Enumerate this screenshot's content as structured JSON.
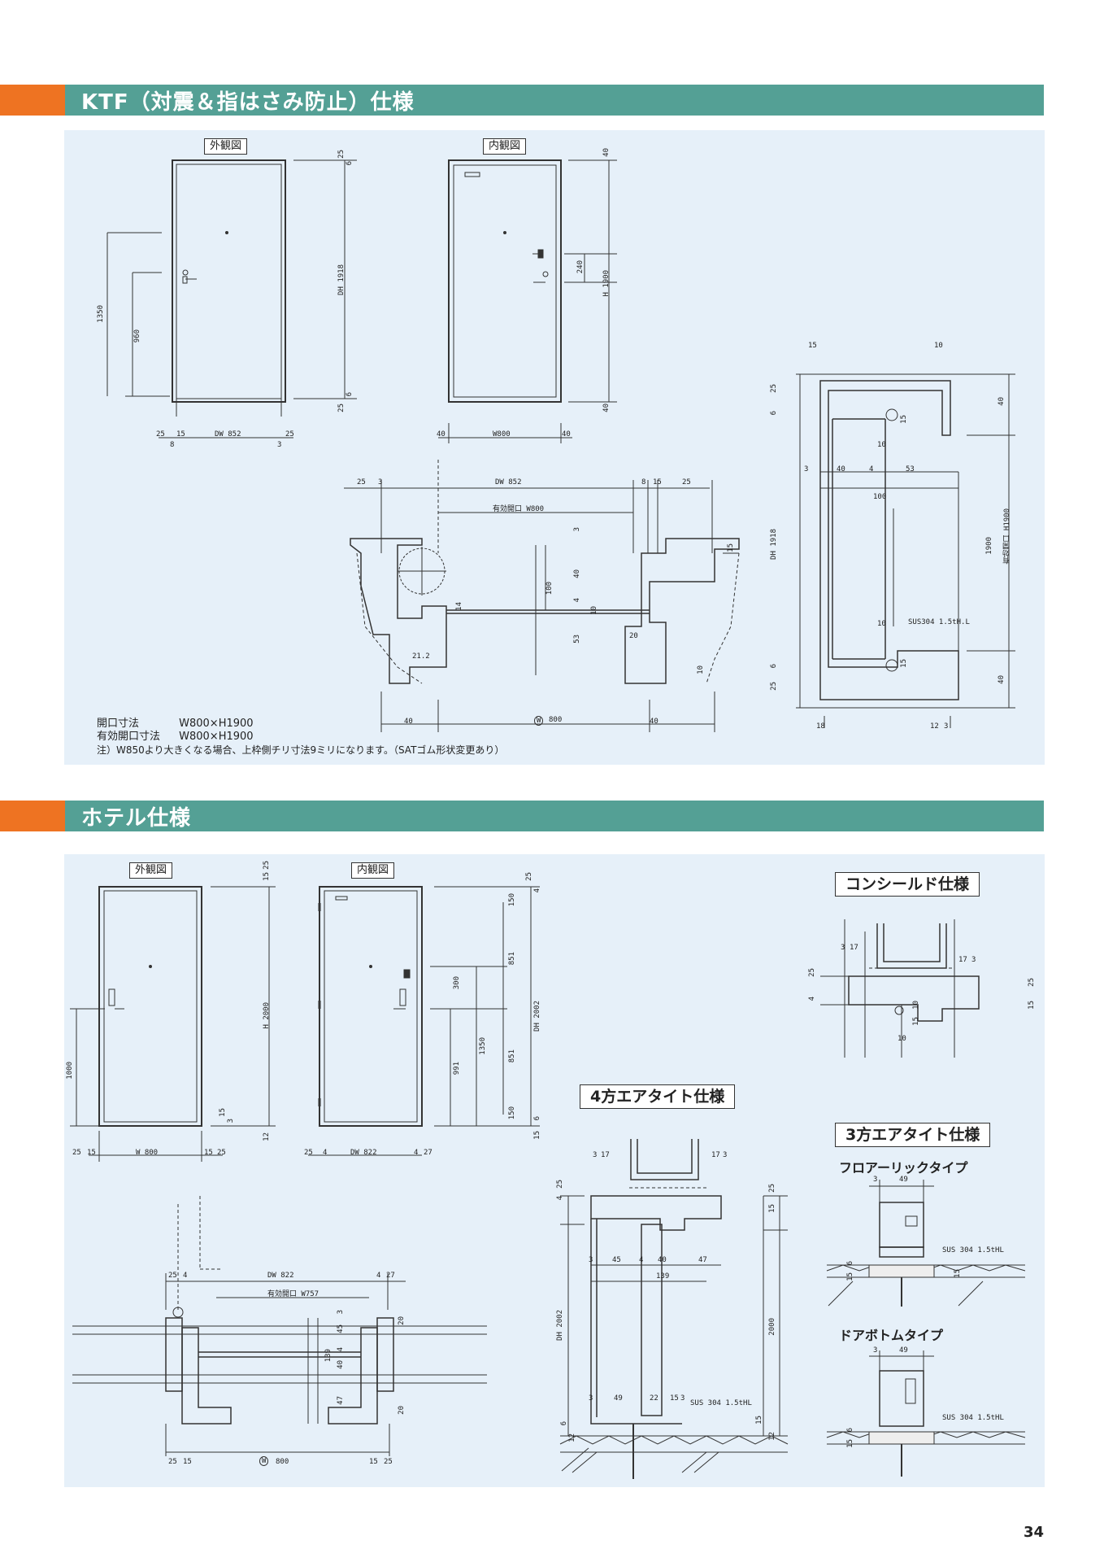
{
  "sections": {
    "ktf": {
      "title": "KTF（対震＆指はさみ防止）仕様",
      "exterior_label": "外観図",
      "interior_label": "内観図",
      "spec_opening_label": "開口寸法",
      "spec_opening_value": "W800×H1900",
      "spec_effective_label": "有効開口寸法",
      "spec_effective_value": "W800×H1900",
      "note": "注）W850より大きくなる場合、上枠側チリ寸法9ミリになります。（SATゴム形状変更あり）",
      "dims": {
        "d25a": "25",
        "d6a": "6",
        "dh1918": "DH 1918",
        "d6b": "6",
        "d25b": "25",
        "d1350": "1350",
        "d960": "960",
        "bot25a": "25",
        "bot15": "15",
        "dw852": "DW 852",
        "bot25b": "25",
        "bot8": "8",
        "bot3": "3",
        "i40a": "40",
        "i240": "240",
        "h1900": "H 1900",
        "i40b": "40",
        "ib40a": "40",
        "w800": "W800",
        "ib40b": "40",
        "p25": "25",
        "p3": "3",
        "pdw852": "DW 852",
        "p8": "8",
        "p15": "15",
        "p25b": "25",
        "peff": "有効開口 W800",
        "p3b": "3",
        "p15r": "15",
        "p100": "100",
        "p40": "40",
        "p4": "4",
        "p14": "14",
        "p10": "10",
        "p20": "20",
        "p53": "53",
        "p21_2": "21.2",
        "p10b": "10",
        "pb40a": "40",
        "pw800": "800",
        "pb40b": "40",
        "s15": "15",
        "s10": "10",
        "s25": "25",
        "s6": "6",
        "s40": "40",
        "s15b": "15",
        "s10b": "10",
        "s3": "3",
        "s40b": "40",
        "s4": "4",
        "s53": "53",
        "s100": "100",
        "sdh1918": "DH 1918",
        "sh1900": "1900",
        "seff": "有効開口 H1900",
        "s10c": "10",
        "ssus": "SUS304 1.5tH.L",
        "s6b": "6",
        "s15c": "15",
        "s25b": "25",
        "s40c": "40",
        "s18": "18",
        "s12": "12",
        "s3b": "3"
      }
    },
    "hotel": {
      "title": "ホテル仕様",
      "exterior_label": "外観図",
      "interior_label": "内観図",
      "conceal_label": "コンシールド仕様",
      "four_label": "4方エアタイト仕様",
      "three_label": "3方エアタイト仕様",
      "floor_type": "フロアーリックタイプ",
      "bottom_type": "ドアボトムタイプ",
      "dims": {
        "e15": "15",
        "e25": "25",
        "eh2000": "H 2000",
        "e1000": "1000",
        "e15b": "15",
        "e3": "3",
        "e12": "12",
        "eb25": "25",
        "eb15": "15",
        "ew800": "W 800",
        "eb15b": "15",
        "eb25b": "25",
        "i25": "25",
        "i4": "4",
        "i150": "150",
        "i851": "851",
        "idh2002": "DH 2002",
        "i300": "300",
        "i1350": "1350",
        "i991": "991",
        "i851b": "851",
        "i150b": "150",
        "i15": "15",
        "i6": "6",
        "ib25": "25",
        "ib4": "4",
        "idw822": "DW 822",
        "ib4b": "4",
        "ib27": "27",
        "pl25": "25",
        "pl4": "4",
        "pldw822": "DW 822",
        "pl4b": "4",
        "pl27": "27",
        "pleff": "有効開口 W757",
        "pl3": "3",
        "pl45": "45",
        "pl4c": "4",
        "pl40": "40",
        "pl139": "139",
        "pl47": "47",
        "pl20": "20",
        "pl20b": "20",
        "plb25": "25",
        "plb15": "15",
        "plw800": "800",
        "plb15b": "15",
        "plb25b": "25",
        "c3": "3",
        "c17": "17",
        "c17b": "17",
        "c3b": "3",
        "c25": "25",
        "c4": "4",
        "c15": "15",
        "c10": "10",
        "c10b": "10",
        "c25b": "25",
        "c15b": "15",
        "f3": "3",
        "f17": "17",
        "f17b": "17",
        "f3b": "3",
        "f25": "25",
        "f4": "4",
        "f25b": "25",
        "f15": "15",
        "f3c": "3",
        "f45": "45",
        "f4b": "4",
        "f40": "40",
        "f47": "47",
        "f139": "139",
        "fdh2002": "DH 2002",
        "fh2000": "2000",
        "f3d": "3",
        "f49": "49",
        "f22": "22",
        "f15b": "15",
        "f3e": "3",
        "fsus": "SUS 304 1.5tHL",
        "f15c": "15",
        "f12": "12",
        "f6": "6",
        "f12b": "12",
        "t3": "3",
        "t49": "49",
        "tsus": "SUS 304 1.5tHL",
        "t6": "6",
        "t15": "15",
        "t15b": "15",
        "u3": "3",
        "u49": "49",
        "usus": "SUS 304 1.5tHL",
        "u6": "6",
        "u15": "15"
      }
    }
  },
  "page_number": "34"
}
